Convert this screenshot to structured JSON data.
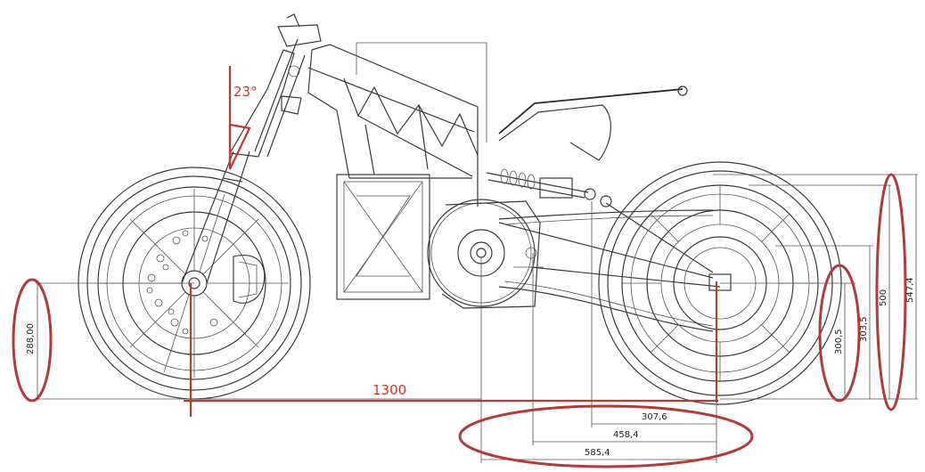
{
  "annotations": {
    "fork_angle": "23°",
    "wheelbase": "1300"
  },
  "dimensions": {
    "front_axle_height": "288,00",
    "rear_axle_height": "300,5",
    "rear_mid_height": "303,5",
    "rear_top_height": "500",
    "rear_overall_height": "547,4",
    "horiz_1": "307,6",
    "horiz_2": "458,4",
    "horiz_3": "585,4"
  },
  "colors": {
    "line": "#3a3a3a",
    "red_annotation": "#d0342c",
    "highlight_ring": "#b23a3a"
  }
}
